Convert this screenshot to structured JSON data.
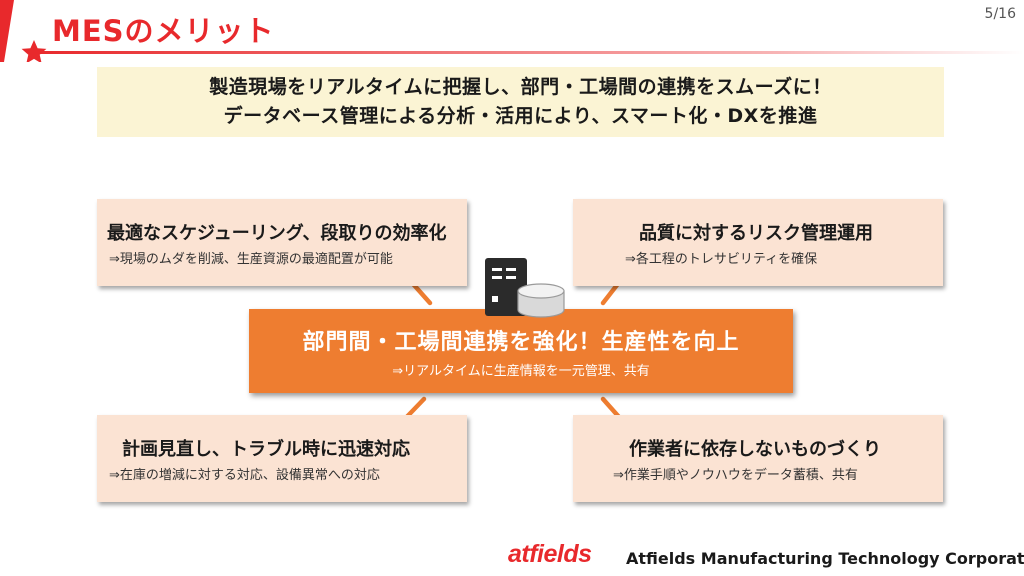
{
  "header": {
    "title": "MESのメリット",
    "page_number": "5/16"
  },
  "banner": {
    "line1": "製造現場をリアルタイムに把握し、部門・工場間の連携をスムーズに！",
    "line2": "データベース管理による分析・活用により、スマート化・DXを推進"
  },
  "center": {
    "title": "部門間・工場間連携を強化！生産性を向上",
    "subtitle": "⇒リアルタイムに生産情報を一元管理、共有"
  },
  "boxes": {
    "top_left": {
      "title": "最適なスケジューリング、段取りの効率化",
      "subtitle": "⇒現場のムダを削減、生産資源の最適配置が可能"
    },
    "top_right": {
      "title": "品質に対するリスク管理運用",
      "subtitle": "⇒各工程のトレサビリティを確保"
    },
    "bottom_left": {
      "title": "計画見直し、トラブル時に迅速対応",
      "subtitle": "⇒在庫の増減に対する対応、設備異常への対応"
    },
    "bottom_right": {
      "title": "作業者に依存しないものづくり",
      "subtitle": "⇒作業手順やノウハウをデータ蓄積、共有"
    }
  },
  "footer": {
    "logo_text": "atfields",
    "company": "Atfields Manufacturing Technology Corporation"
  },
  "colors": {
    "accent_red": "#e8292c",
    "orange": "#ee7d30",
    "box_fill": "#fbe3d3",
    "banner_fill": "#fbf4d4"
  },
  "icons": {
    "header": "star-icon",
    "center": "server-database-icon"
  }
}
